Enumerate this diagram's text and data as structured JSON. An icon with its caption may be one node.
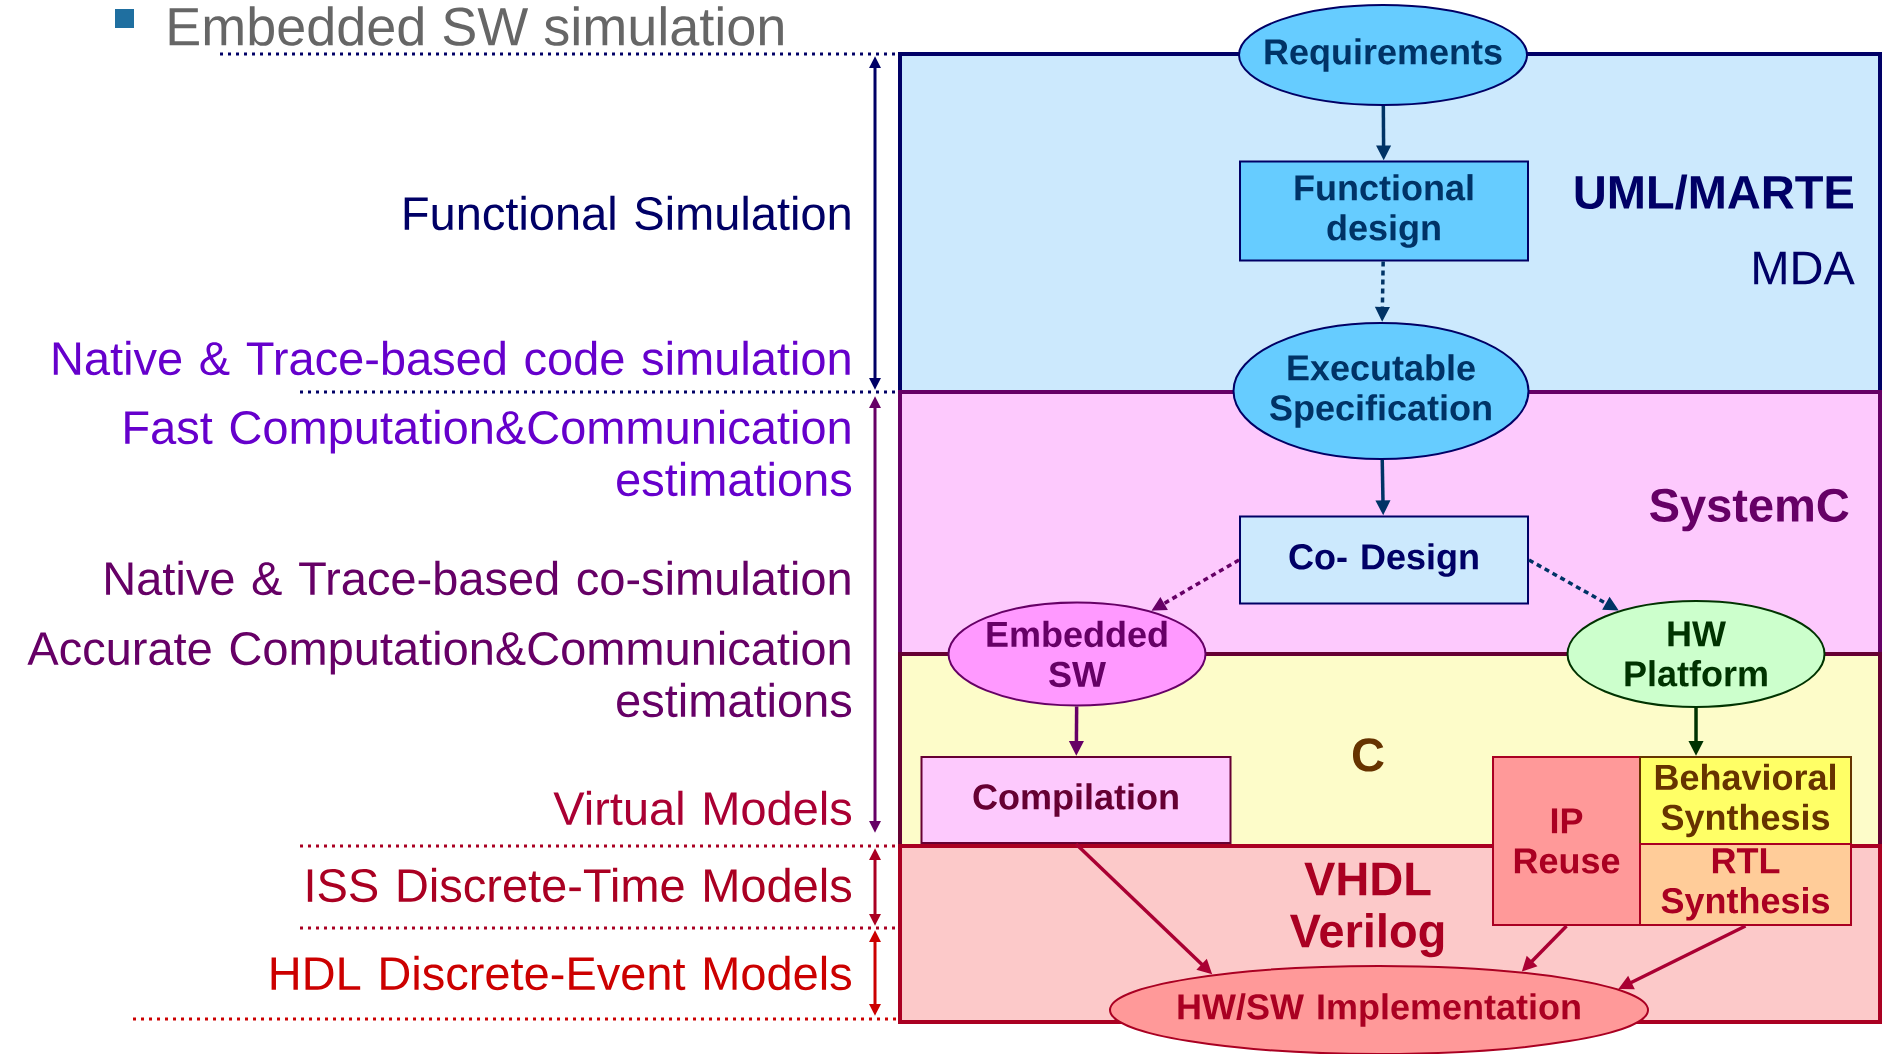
{
  "diagram": {
    "title": "Embedded SW simulation",
    "nodes": [
      {
        "text": [
          "UML/MARTE",
          "MDA"
        ]
      },
      {
        "text": [
          "Requirements"
        ]
      },
      {
        "text": [
          "Functional design"
        ],
        "in": 0
      },
      {
        "text": [
          "Executable Specification"
        ]
      },
      {
        "text": [
          "SystemC"
        ]
      },
      {
        "text": [
          "Co- Design"
        ],
        "in": 4
      },
      {
        "text": [
          "Embedded SW"
        ]
      },
      {
        "text": [
          "HW Platform"
        ]
      },
      {
        "text": [
          "C"
        ]
      },
      {
        "text": [
          "Compilation"
        ],
        "in": 8
      },
      {
        "text": [
          "IP Reuse"
        ]
      },
      {
        "text": [
          "Behavioral Synthesis"
        ],
        "in": 8
      },
      {
        "text": [
          "VHDL Verilog"
        ]
      },
      {
        "text": [
          "RTL Synthesis"
        ],
        "in": 12
      },
      {
        "text": [
          "HW/SW Implementation"
        ]
      }
    ],
    "edges": [
      {
        "from": 1,
        "to": 2,
        "arrow": "to"
      },
      {
        "from": 2,
        "to": 3,
        "arrow": "to",
        "style": "dashed"
      },
      {
        "from": 3,
        "to": 5,
        "arrow": "to"
      },
      {
        "from": 5,
        "to": 6,
        "arrow": "to",
        "style": "dashed",
        "color": "#660066"
      },
      {
        "from": 5,
        "to": 7,
        "arrow": "to",
        "style": "dashed"
      },
      {
        "from": 6,
        "to": 9,
        "arrow": "to",
        "color": "#660066"
      },
      {
        "from": 7,
        "to": 11,
        "arrow": "to",
        "color": "#003300"
      },
      {
        "from": 9,
        "to": 14,
        "arrow": "to",
        "color": "#aa0033"
      },
      {
        "from": 10,
        "to": 14,
        "arrow": "to",
        "color": "#aa0033"
      },
      {
        "from": 13,
        "to": 14,
        "arrow": "to",
        "color": "#aa0033"
      }
    ],
    "labels": [
      "Functional Simulation",
      "Native & Trace-based code simulation",
      "Fast Computation&Communication estimations",
      "Native & Trace-based co-simulation",
      "Accurate Computation&Communication estimations",
      "Virtual Models",
      "ISS Discrete-Time Models",
      "HDL Discrete-Event Models"
    ]
  }
}
